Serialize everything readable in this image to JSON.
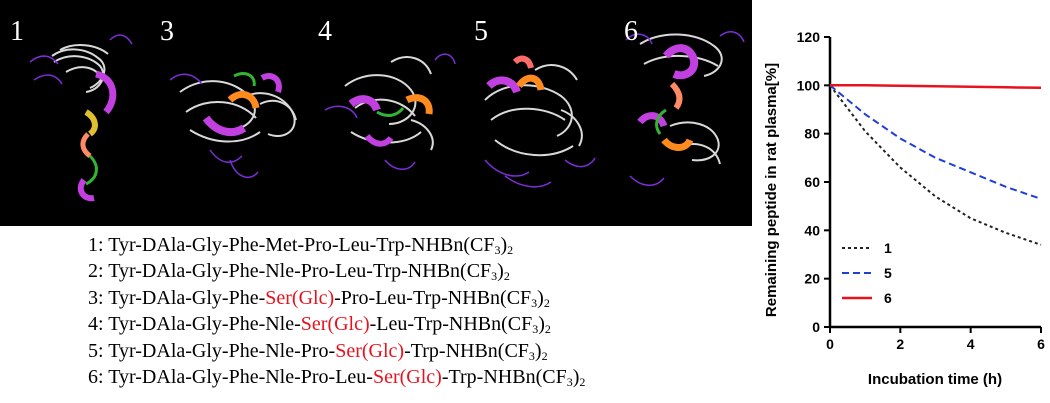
{
  "structures": [
    {
      "label": "1"
    },
    {
      "label": "3"
    },
    {
      "label": "4"
    },
    {
      "label": "5"
    },
    {
      "label": "6"
    }
  ],
  "sequences": [
    {
      "prefix": "1: Tyr-DAla-Gly-Phe-Met-Pro-Leu-Trp-NHBn(CF",
      "sub1": "3",
      "close": ")",
      "sub2": "2"
    },
    {
      "prefix": "2: Tyr-DAla-Gly-Phe-Nle-Pro-Leu-Trp-NHBn(CF",
      "sub1": "3",
      "close": ")",
      "sub2": "2"
    },
    {
      "pre": "3: Tyr-DAla-Gly-Phe-",
      "hl": "Ser(Glc)",
      "post": "-Pro-Leu-Trp-NHBn(CF",
      "sub1": "3",
      "close": ")",
      "sub2": "2"
    },
    {
      "pre": "4: Tyr-DAla-Gly-Phe-Nle-",
      "hl": "Ser(Glc)",
      "post": "-Leu-Trp-NHBn(CF",
      "sub1": "3",
      "close": ")",
      "sub2": "2"
    },
    {
      "pre": "5: Tyr-DAla-Gly-Phe-Nle-Pro-",
      "hl": "Ser(Glc)",
      "post": "-Trp-NHBn(CF",
      "sub1": "3",
      "close": ")",
      "sub2": "2"
    },
    {
      "pre": "6: Tyr-DAla-Gly-Phe-Nle-Pro-Leu-",
      "hl": "Ser(Glc)",
      "post": "-Trp-NHBn(CF",
      "sub1": "3",
      "close": ")",
      "sub2": "2"
    }
  ],
  "colors": {
    "highlight": "#e8121e",
    "series_1": "#222222",
    "series_5": "#1f3fd6",
    "series_6": "#e8121e"
  },
  "chart_data": {
    "type": "line",
    "xlabel": "Incubation time (h)",
    "ylabel": "Remaining peptide in rat plasma[%]",
    "xlim": [
      0,
      6
    ],
    "ylim": [
      0,
      120
    ],
    "xticks": [
      0,
      2,
      4,
      6
    ],
    "yticks": [
      0,
      20,
      40,
      60,
      80,
      100,
      120
    ],
    "grid": false,
    "legend_position": "bottom-left",
    "series": [
      {
        "name": "1",
        "style": "dotted",
        "x": [
          0,
          1,
          2,
          3,
          4,
          5,
          6
        ],
        "y": [
          100,
          81,
          66,
          54,
          45,
          39,
          34
        ]
      },
      {
        "name": "5",
        "style": "dashed",
        "x": [
          0,
          1,
          2,
          3,
          4,
          5,
          6
        ],
        "y": [
          100,
          88,
          78,
          70,
          64,
          58,
          53
        ]
      },
      {
        "name": "6",
        "style": "solid",
        "x": [
          0,
          1,
          2,
          3,
          4,
          5,
          6
        ],
        "y": [
          100,
          100,
          99.8,
          99.6,
          99.4,
          99.2,
          99
        ]
      }
    ]
  }
}
